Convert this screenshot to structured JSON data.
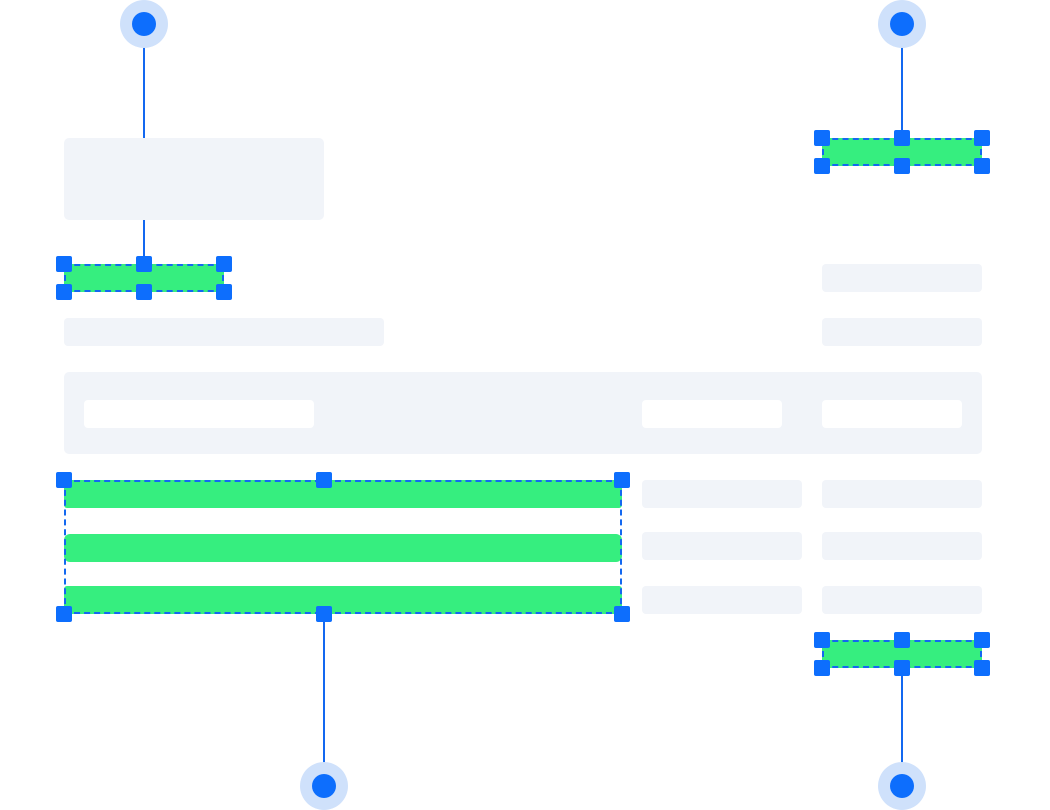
{
  "diagram": {
    "colors": {
      "background": "#ffffff",
      "placeholder": "#f1f4f9",
      "highlight": "#36ee7f",
      "selection": "#1368f0",
      "handle": "#0d6efd",
      "pin_halo": "#cfe1fb"
    },
    "selections": [
      {
        "id": "top-left-field",
        "handles": 6
      },
      {
        "id": "top-right-field",
        "handles": 6
      },
      {
        "id": "line-items-column",
        "handles": 6
      },
      {
        "id": "bottom-right-total",
        "handles": 6
      }
    ],
    "pins": [
      {
        "id": "pin-top-left",
        "icon": "pin-marker-icon"
      },
      {
        "id": "pin-top-right",
        "icon": "pin-marker-icon"
      },
      {
        "id": "pin-bottom-center",
        "icon": "pin-marker-icon"
      },
      {
        "id": "pin-bottom-right",
        "icon": "pin-marker-icon"
      }
    ]
  }
}
